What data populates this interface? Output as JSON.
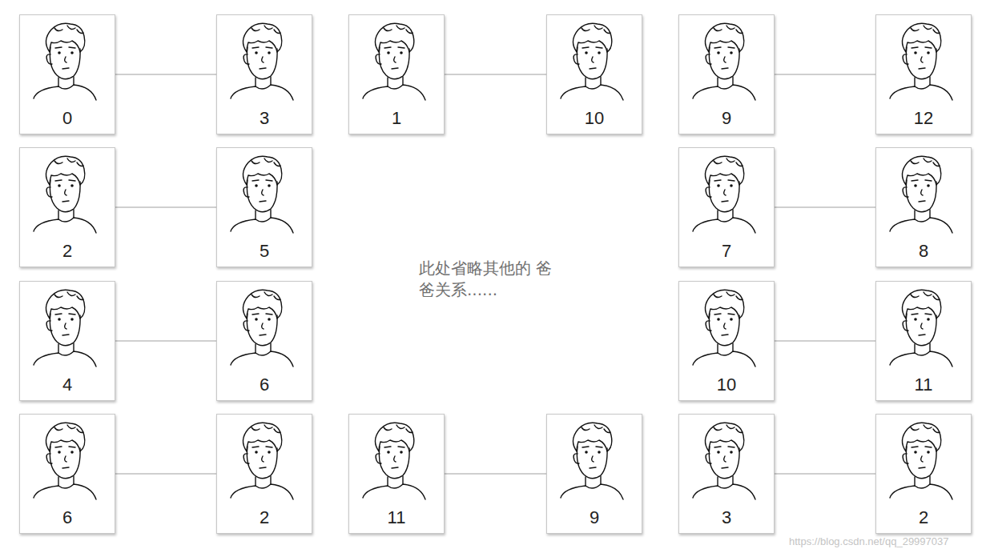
{
  "diagram": {
    "nodes": [
      {
        "text": [
          "0"
        ]
      },
      {
        "text": [
          "3"
        ]
      },
      {
        "text": [
          "1"
        ]
      },
      {
        "text": [
          "10"
        ]
      },
      {
        "text": [
          "9"
        ]
      },
      {
        "text": [
          "12"
        ]
      },
      {
        "text": [
          "2"
        ]
      },
      {
        "text": [
          "5"
        ]
      },
      {
        "text": [
          "7"
        ]
      },
      {
        "text": [
          "8"
        ]
      },
      {
        "text": [
          "4"
        ]
      },
      {
        "text": [
          "6"
        ]
      },
      {
        "text": [
          "10"
        ]
      },
      {
        "text": [
          "11"
        ]
      },
      {
        "text": [
          "6"
        ]
      },
      {
        "text": [
          "2"
        ]
      },
      {
        "text": [
          "11"
        ]
      },
      {
        "text": [
          "9"
        ]
      },
      {
        "text": [
          "3"
        ]
      },
      {
        "text": [
          "2"
        ]
      }
    ],
    "edges": [
      {
        "from": 0,
        "to": 1,
        "arrow": "none"
      },
      {
        "from": 2,
        "to": 3,
        "arrow": "none"
      },
      {
        "from": 4,
        "to": 5,
        "arrow": "none"
      },
      {
        "from": 6,
        "to": 7,
        "arrow": "none"
      },
      {
        "from": 8,
        "to": 9,
        "arrow": "none"
      },
      {
        "from": 10,
        "to": 11,
        "arrow": "none"
      },
      {
        "from": 12,
        "to": 13,
        "arrow": "none"
      },
      {
        "from": 14,
        "to": 15,
        "arrow": "none"
      },
      {
        "from": 16,
        "to": 17,
        "arrow": "none"
      },
      {
        "from": 18,
        "to": 19,
        "arrow": "none"
      }
    ],
    "labels": [
      "此处省略其他的 爸爸关系......",
      "https://blog.csdn.net/qq_29997037"
    ]
  }
}
